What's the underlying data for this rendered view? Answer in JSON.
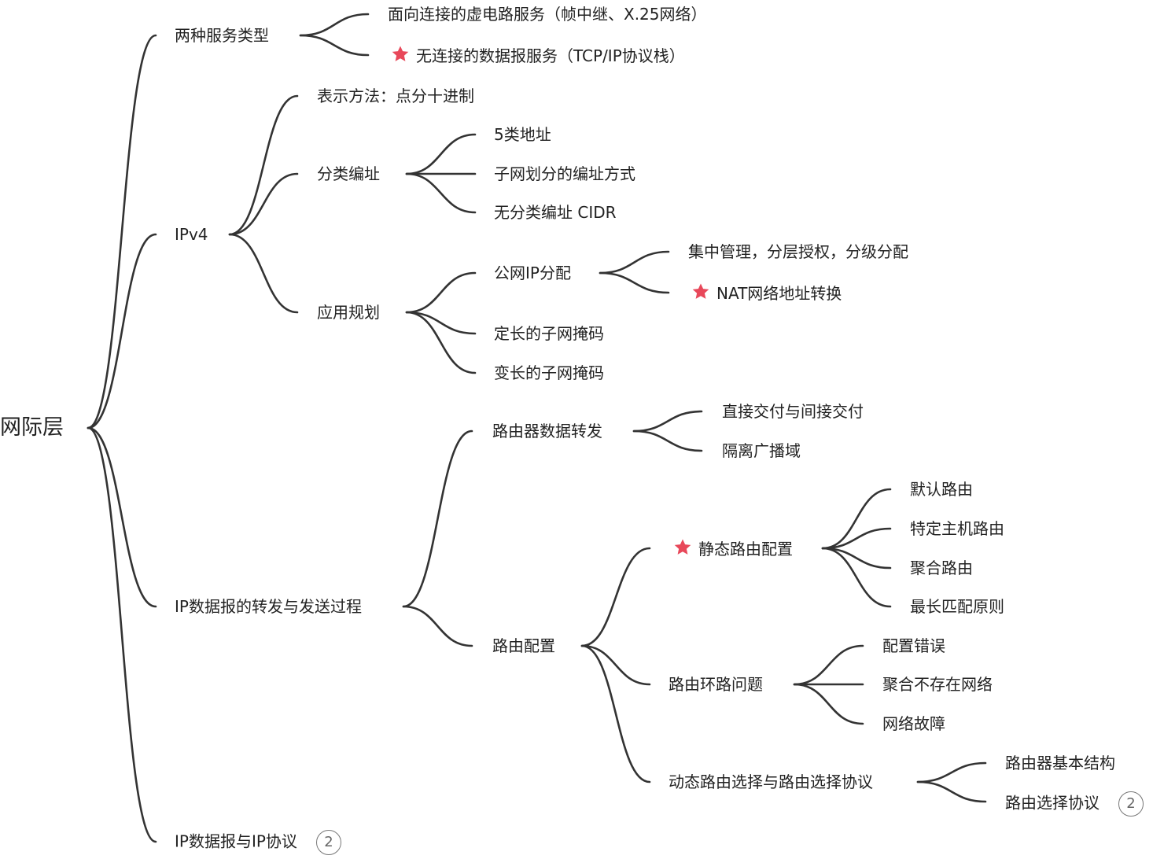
{
  "root": {
    "label": "网际层"
  },
  "branches": {
    "service": {
      "label": "两种服务类型",
      "children": [
        {
          "label": "面向连接的虚电路服务（帧中继、X.25网络）"
        },
        {
          "label": "无连接的数据报服务（TCP/IP协议栈）",
          "icon": "star-icon"
        }
      ]
    },
    "ipv4": {
      "label": "IPv4",
      "repr": {
        "label": "表示方法：点分十进制"
      },
      "classful": {
        "label": "分类编址",
        "children": [
          {
            "label": "5类地址"
          },
          {
            "label": "子网划分的编址方式"
          },
          {
            "label": "无分类编址 CIDR"
          }
        ]
      },
      "planning": {
        "label": "应用规划",
        "public": {
          "label": "公网IP分配",
          "children": [
            {
              "label": "集中管理，分层授权，分级分配"
            },
            {
              "label": "NAT网络地址转换",
              "icon": "star-icon"
            }
          ]
        },
        "children": [
          {
            "label": "定长的子网掩码"
          },
          {
            "label": "变长的子网掩码"
          }
        ]
      }
    },
    "forwarding": {
      "label": "IP数据报的转发与发送过程",
      "router": {
        "label": "路由器数据转发",
        "children": [
          {
            "label": "直接交付与间接交付"
          },
          {
            "label": "隔离广播域"
          }
        ]
      },
      "config": {
        "label": "路由配置",
        "static": {
          "label": "静态路由配置",
          "icon": "star-icon",
          "children": [
            {
              "label": "默认路由"
            },
            {
              "label": "特定主机路由"
            },
            {
              "label": "聚合路由"
            },
            {
              "label": "最长匹配原则"
            }
          ]
        },
        "loop": {
          "label": "路由环路问题",
          "children": [
            {
              "label": "配置错误"
            },
            {
              "label": "聚合不存在网络"
            },
            {
              "label": "网络故障"
            }
          ]
        },
        "dynamic": {
          "label": "动态路由选择与路由选择协议",
          "children": [
            {
              "label": "路由器基本结构"
            },
            {
              "label": "路由选择协议",
              "collapsed_count": "2"
            }
          ]
        }
      }
    },
    "datagram": {
      "label": "IP数据报与IP协议",
      "collapsed_count": "2"
    }
  },
  "colors": {
    "edge": "#333333",
    "star": "#e8485a",
    "text": "#222222",
    "badge": "#777777"
  }
}
